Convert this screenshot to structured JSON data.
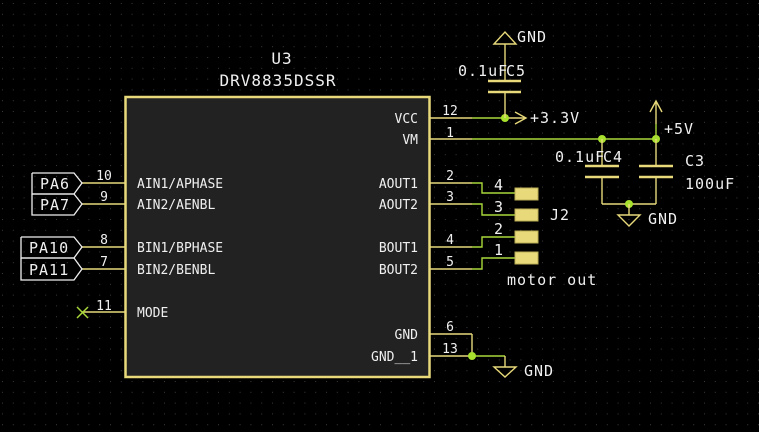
{
  "app": {
    "type": "schematic-editor-canvas"
  },
  "colors": {
    "background": "#000000",
    "component_body": "#222222",
    "component_outline": "#e8d97a",
    "wire": "#a8d83a",
    "junction": "#a8e02e",
    "text": "#f0f0f0"
  },
  "ic": {
    "reference": "U3",
    "value": "DRV8835DSSR",
    "left_pins": [
      {
        "number": "10",
        "name": "AIN1/APHASE",
        "net_label": "PA6"
      },
      {
        "number": "9",
        "name": "AIN2/AENBL",
        "net_label": "PA7"
      },
      {
        "number": "8",
        "name": "BIN1/BPHASE",
        "net_label": "PA10"
      },
      {
        "number": "7",
        "name": "BIN2/BENBL",
        "net_label": "PA11"
      },
      {
        "number": "11",
        "name": "MODE",
        "net_label": "no-connect"
      }
    ],
    "right_pins": [
      {
        "number": "12",
        "name": "VCC"
      },
      {
        "number": "1",
        "name": "VM"
      },
      {
        "number": "2",
        "name": "AOUT1"
      },
      {
        "number": "3",
        "name": "AOUT2"
      },
      {
        "number": "4",
        "name": "BOUT1"
      },
      {
        "number": "5",
        "name": "BOUT2"
      },
      {
        "number": "6",
        "name": "GND"
      },
      {
        "number": "13",
        "name": "GND__1"
      }
    ]
  },
  "connector": {
    "reference": "J2",
    "value": "motor out",
    "pins": [
      "4",
      "3",
      "2",
      "1"
    ]
  },
  "capacitors": [
    {
      "reference": "C5",
      "value": "0.1uF"
    },
    {
      "reference": "C4",
      "value": "0.1uF"
    },
    {
      "reference": "C3",
      "value": "100uF"
    }
  ],
  "power_symbols": {
    "gnd_top": "GND",
    "v33": "+3.3V",
    "v5": "+5V",
    "gnd_caps": "GND",
    "gnd_ic": "GND"
  }
}
